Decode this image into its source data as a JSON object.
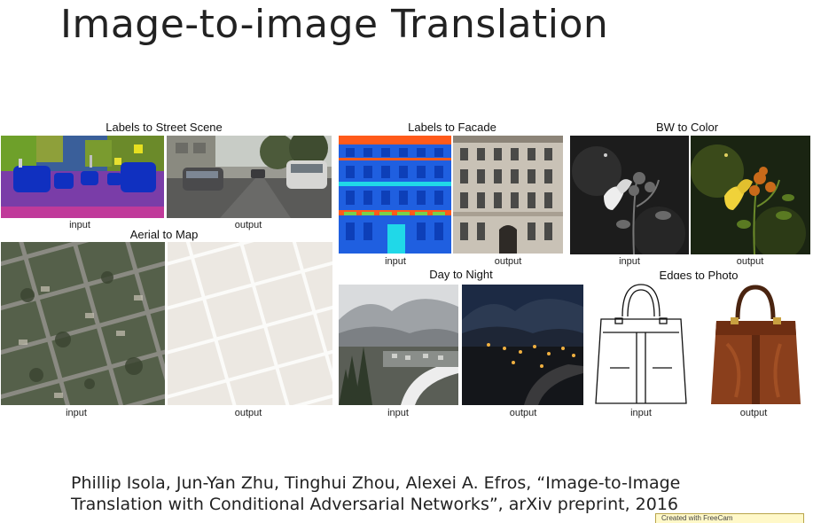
{
  "slide": {
    "title": "Image-to-image Translation",
    "citation_line1": "Phillip Isola, Jun-Yan Zhu, Tinghui Zhou, Alexei A. Efros, “Image-to-Image",
    "citation_line2": "Translation with Conditional Adversarial Networks”, arXiv preprint, 2016"
  },
  "panels": {
    "labels_to_street": {
      "title": "Labels to Street Scene",
      "input": "input",
      "output": "output"
    },
    "labels_to_facade": {
      "title": "Labels to Facade",
      "input": "input",
      "output": "output"
    },
    "bw_to_color": {
      "title": "BW to Color",
      "input": "input",
      "output": "output"
    },
    "aerial_to_map": {
      "title": "Aerial to Map",
      "input": "input",
      "output": "output"
    },
    "day_to_night": {
      "title": "Day to Night",
      "input": "input",
      "output": "output"
    },
    "edges_to_photo": {
      "title": "Edges to Photo",
      "input": "input",
      "output": "output"
    }
  },
  "watermark": {
    "text": "Created with FreeCam"
  }
}
